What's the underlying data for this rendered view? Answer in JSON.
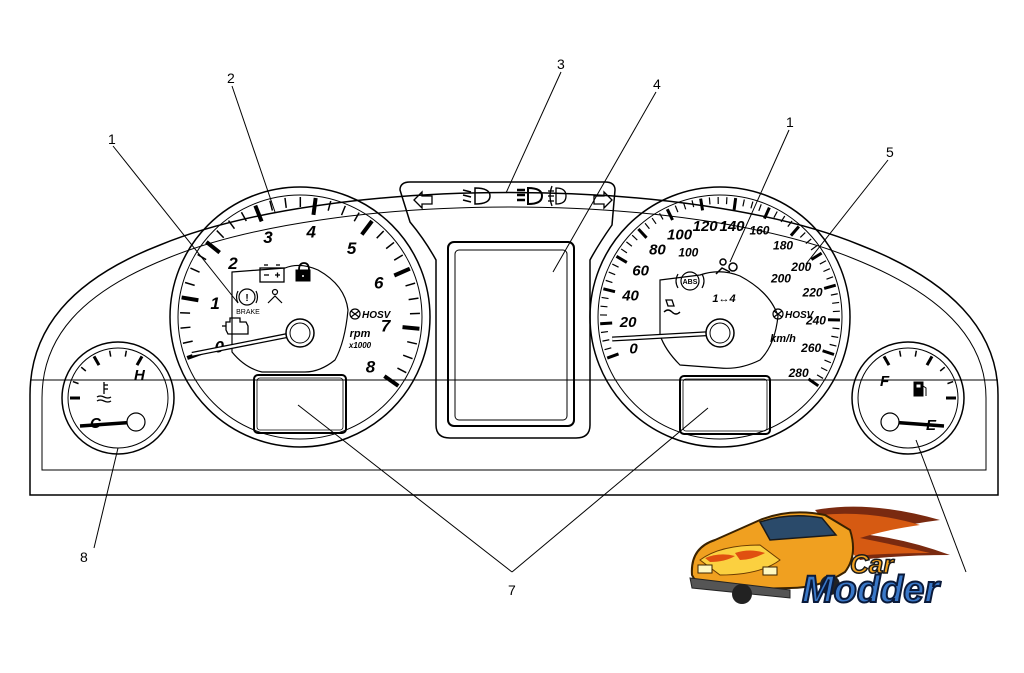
{
  "callouts": [
    {
      "id": "1",
      "label": "1"
    },
    {
      "id": "2",
      "label": "2"
    },
    {
      "id": "3",
      "label": "3"
    },
    {
      "id": "4",
      "label": "4"
    },
    {
      "id": "1b",
      "label": "1"
    },
    {
      "id": "5",
      "label": "5"
    },
    {
      "id": "7",
      "label": "7"
    },
    {
      "id": "8",
      "label": "8"
    }
  ],
  "tachometer": {
    "labels": [
      "0",
      "1",
      "2",
      "3",
      "4",
      "5",
      "6",
      "7",
      "8"
    ],
    "unit": "rpm",
    "multiplier": "x1000",
    "brand": "HOSV",
    "brake_label": "BRAKE",
    "needle_value": 0.3
  },
  "speedometer": {
    "labels": [
      "0",
      "20",
      "40",
      "60",
      "80",
      "100",
      "120",
      "140",
      "160",
      "180",
      "200",
      "220",
      "240",
      "260",
      "280"
    ],
    "mph_labels": [
      "100",
      "200"
    ],
    "unit": "km/h",
    "brand": "HOSV",
    "abs_label": "ABS",
    "fourwd_label": "1↔4",
    "needle_value": 20
  },
  "temp_gauge": {
    "cold_label": "C",
    "hot_label": "H",
    "needle_level": 0
  },
  "fuel_gauge": {
    "full_label": "F",
    "empty_label": "E",
    "needle_level": 0
  },
  "icons": [
    "left-turn-arrow",
    "low-beam",
    "high-beam",
    "fog-lamp",
    "right-turn-arrow",
    "battery",
    "door-lock",
    "brake-warning",
    "check-engine",
    "seatbelt",
    "airbag",
    "abs",
    "traction",
    "coolant",
    "fuel-pump"
  ],
  "logo": {
    "line1": "Car",
    "line2": "Modder"
  }
}
